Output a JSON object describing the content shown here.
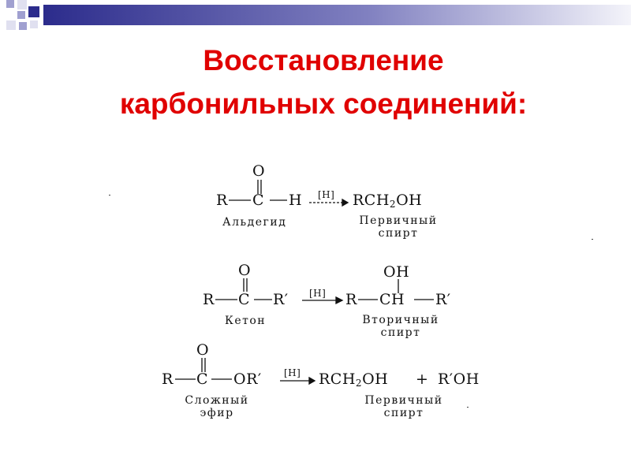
{
  "slide": {
    "title_line1": "Восстановление",
    "title_line2": "карбонильных соединений:",
    "title_color": "#e00000",
    "deco_colors": [
      "#2c2c8c",
      "#a0a0d0",
      "#e0e0f0"
    ]
  },
  "reactions": [
    {
      "reactant": {
        "top_atom": "O",
        "left": "R",
        "center": "C",
        "right": "H",
        "name": "Альдегид"
      },
      "condition": "[H]",
      "product": {
        "formula_main": "RCH",
        "formula_sub": "2",
        "formula_tail": "OH",
        "name_line1": "Первичный",
        "name_line2": "спирт"
      }
    },
    {
      "reactant": {
        "top_atom": "O",
        "left": "R",
        "center": "C",
        "right": "R′",
        "name": "Кетон"
      },
      "condition": "[H]",
      "product": {
        "top_atom": "OH",
        "left": "R",
        "center": "CH",
        "right": "R′",
        "name_line1": "Вторичный",
        "name_line2": "спирт"
      }
    },
    {
      "reactant": {
        "top_atom": "O",
        "left": "R",
        "center": "C",
        "right": "OR′",
        "name_line1": "Сложный",
        "name_line2": "эфир"
      },
      "condition": "[H]",
      "product": {
        "formula_main": "RCH",
        "formula_sub": "2",
        "formula_tail": "OH",
        "plus": "+",
        "second": "R′OH",
        "name_line1": "Первичный",
        "name_line2": "спирт"
      }
    }
  ]
}
